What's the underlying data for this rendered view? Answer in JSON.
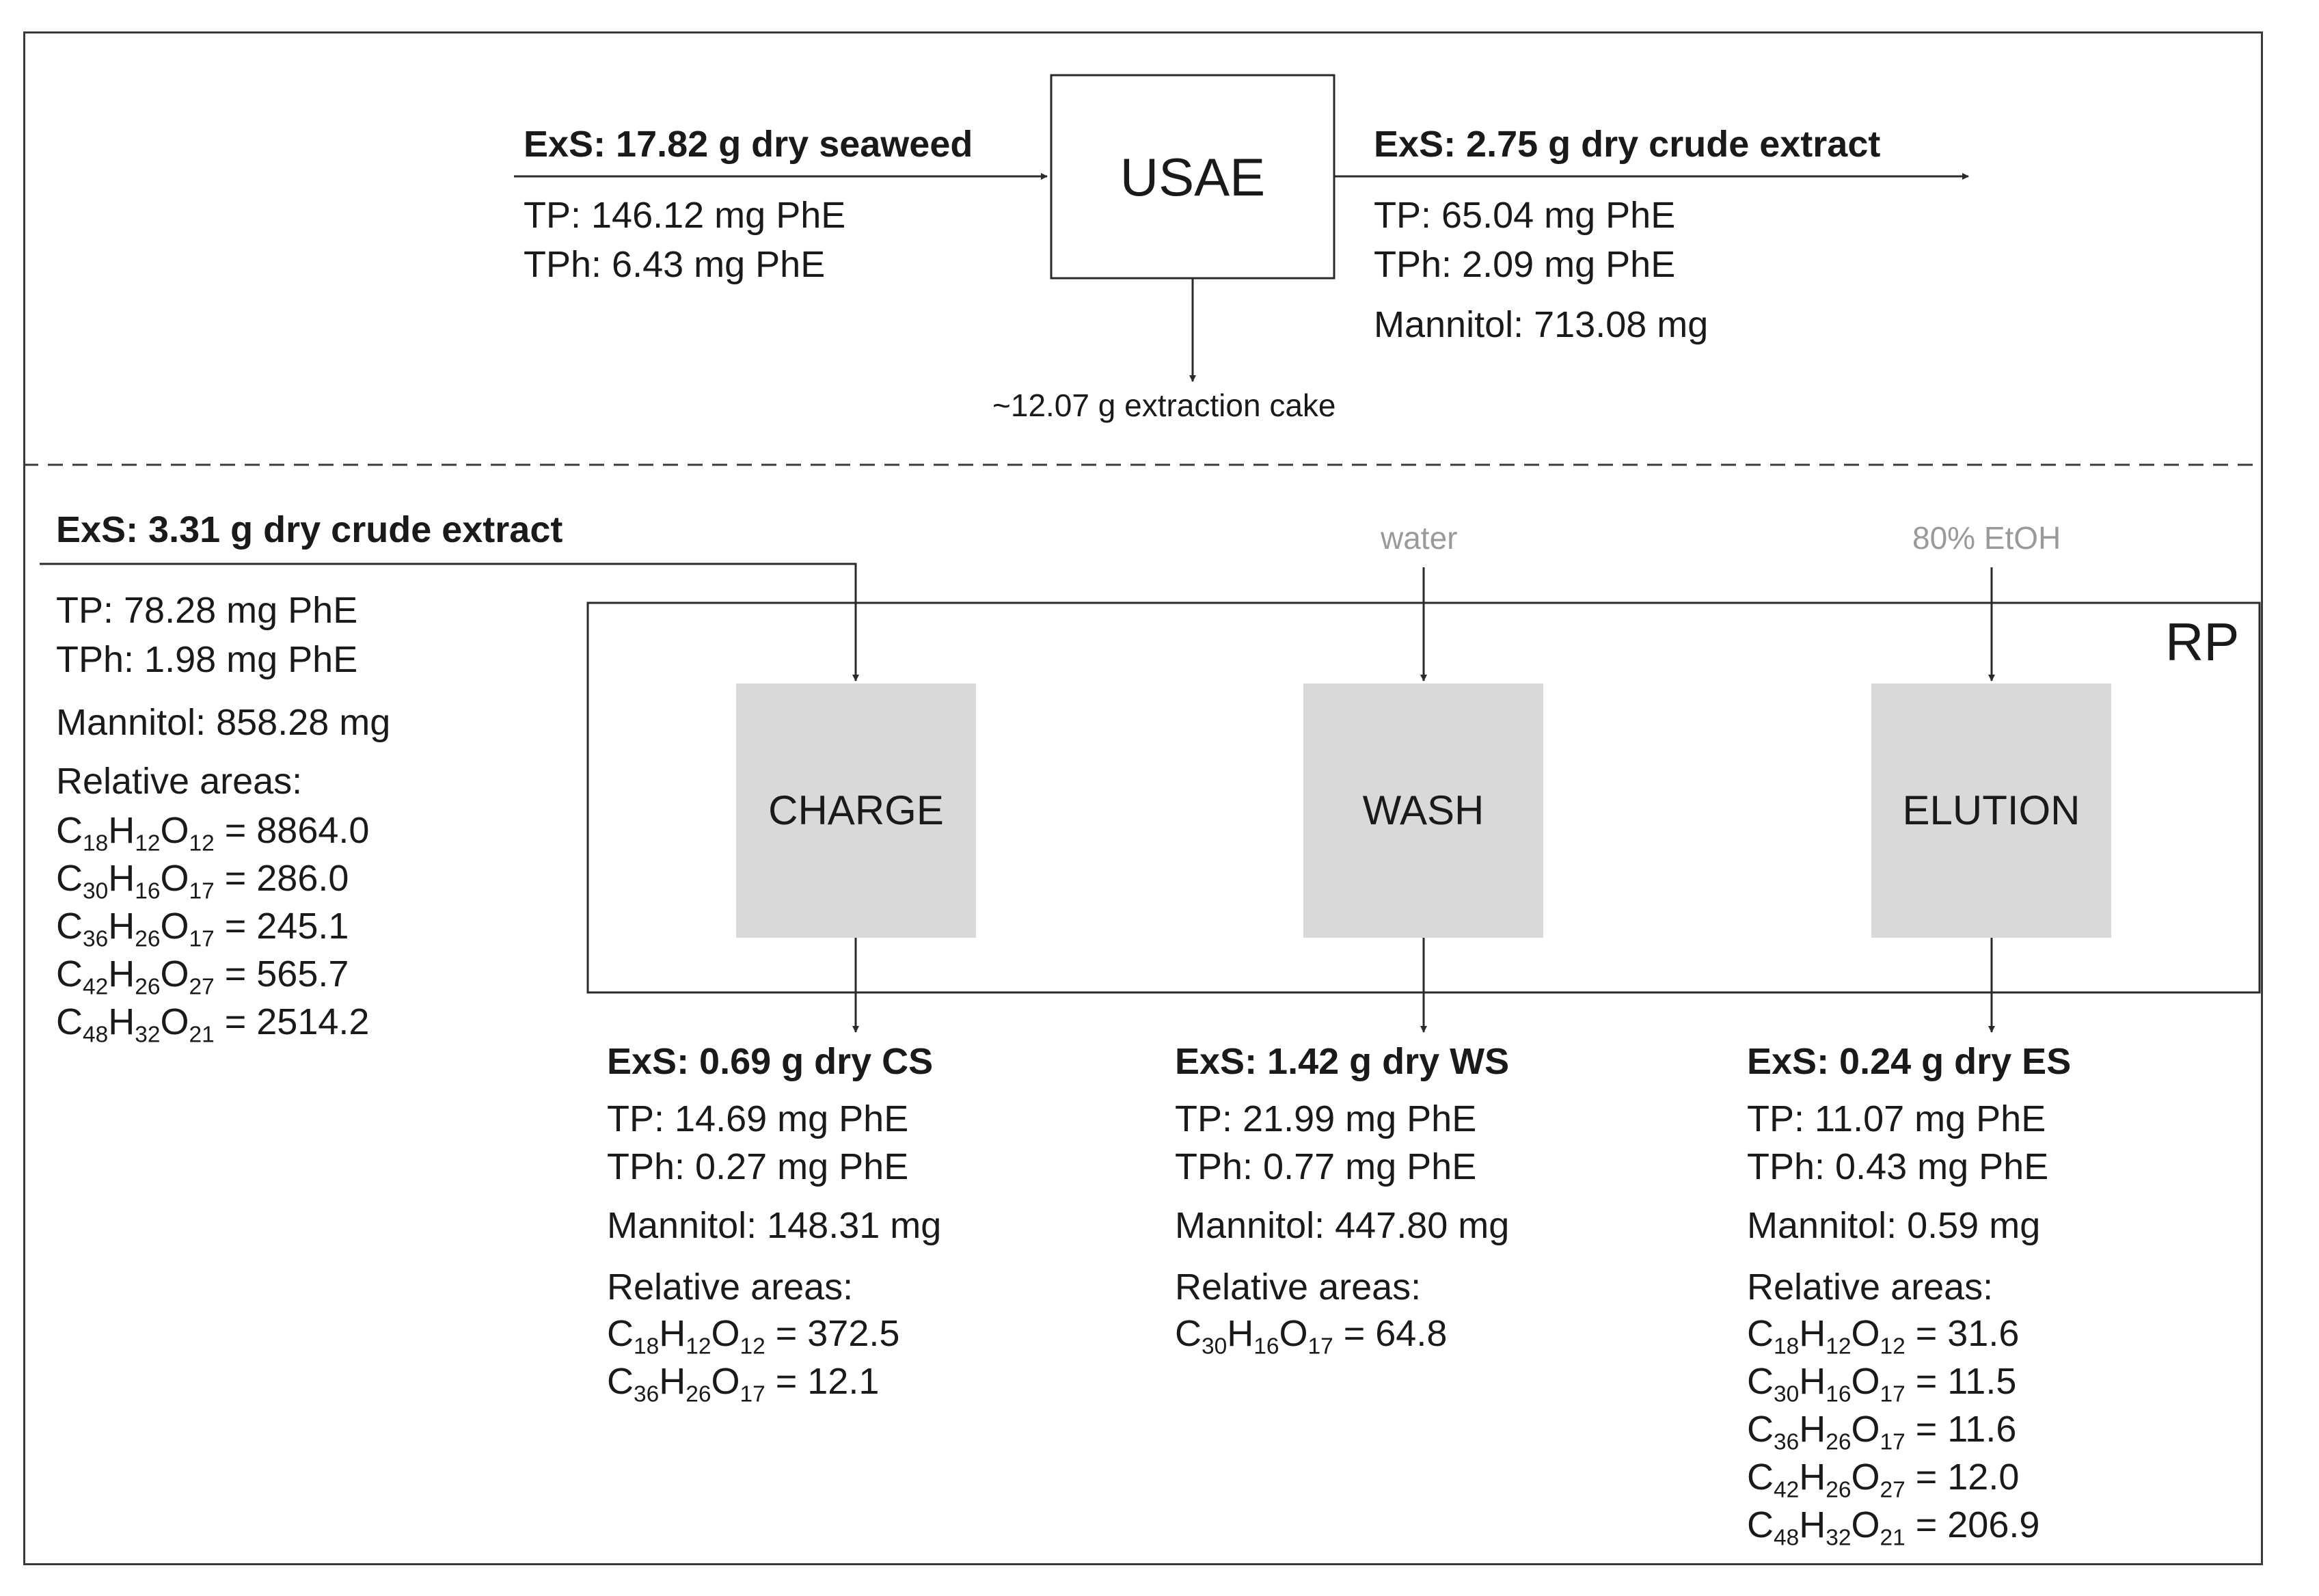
{
  "usae": {
    "box_label": "USAE",
    "input": {
      "exs": "ExS: 17.82 g dry seaweed",
      "tp": "TP: 146.12 mg PhE",
      "tph": "TPh: 6.43 mg PhE"
    },
    "output": {
      "exs": "ExS: 2.75 g dry crude extract",
      "tp": "TP: 65.04 mg PhE",
      "tph": "TPh: 2.09 mg PhE",
      "mannitol": "Mannitol:  713.08 mg"
    },
    "cake": "~12.07 g extraction cake"
  },
  "rp": {
    "label": "RP",
    "feed": {
      "exs": "ExS: 3.31 g dry crude extract",
      "tp": "TP: 78.28 mg PhE",
      "tph": "TPh: 1.98 mg PhE",
      "mannitol": "Mannitol:  858.28 mg",
      "areas_title": "Relative areas:",
      "areas": [
        {
          "formula": [
            "C",
            "18",
            "H",
            "12",
            "O",
            "12"
          ],
          "value": " = 8864.0"
        },
        {
          "formula": [
            "C",
            "30",
            "H",
            "16",
            "O",
            "17"
          ],
          "value": " = 286.0"
        },
        {
          "formula": [
            "C",
            "36",
            "H",
            "26",
            "O",
            "17"
          ],
          "value": " = 245.1"
        },
        {
          "formula": [
            "C",
            "42",
            "H",
            "26",
            "O",
            "27"
          ],
          "value": " = 565.7"
        },
        {
          "formula": [
            "C",
            "48",
            "H",
            "32",
            "O",
            "21"
          ],
          "value": " = 2514.2"
        }
      ]
    },
    "inputs": {
      "water": "water",
      "etoh": "80% EtOH"
    },
    "steps": {
      "charge": "CHARGE",
      "wash": "WASH",
      "elution": "ELUTION"
    },
    "cs": {
      "exs": "ExS: 0.69 g dry CS",
      "tp": "TP: 14.69 mg PhE",
      "tph": "TPh: 0.27 mg PhE",
      "mannitol": "Mannitol:  148.31 mg",
      "areas_title": "Relative areas:",
      "areas": [
        {
          "formula": [
            "C",
            "18",
            "H",
            "12",
            "O",
            "12"
          ],
          "value": " = 372.5"
        },
        {
          "formula": [
            "C",
            "36",
            "H",
            "26",
            "O",
            "17"
          ],
          "value": " = 12.1"
        }
      ]
    },
    "ws": {
      "exs": "ExS: 1.42 g dry WS",
      "tp": "TP: 21.99 mg PhE",
      "tph": "TPh: 0.77 mg PhE",
      "mannitol": "Mannitol:  447.80 mg",
      "areas_title": "Relative areas:",
      "areas": [
        {
          "formula": [
            "C",
            "30",
            "H",
            "16",
            "O",
            "17"
          ],
          "value": " = 64.8"
        }
      ]
    },
    "es": {
      "exs": "ExS: 0.24 g dry ES",
      "tp": "TP: 11.07 mg PhE",
      "tph": "TPh: 0.43 mg PhE",
      "mannitol": "Mannitol:  0.59 mg",
      "areas_title": "Relative areas:",
      "areas": [
        {
          "formula": [
            "C",
            "18",
            "H",
            "12",
            "O",
            "12"
          ],
          "value": " = 31.6"
        },
        {
          "formula": [
            "C",
            "30",
            "H",
            "16",
            "O",
            "17"
          ],
          "value": " = 11.5"
        },
        {
          "formula": [
            "C",
            "36",
            "H",
            "26",
            "O",
            "17"
          ],
          "value": " = 11.6"
        },
        {
          "formula": [
            "C",
            "42",
            "H",
            "26",
            "O",
            "27"
          ],
          "value": " = 12.0"
        },
        {
          "formula": [
            "C",
            "48",
            "H",
            "32",
            "O",
            "21"
          ],
          "value": " = 206.9"
        }
      ]
    }
  }
}
